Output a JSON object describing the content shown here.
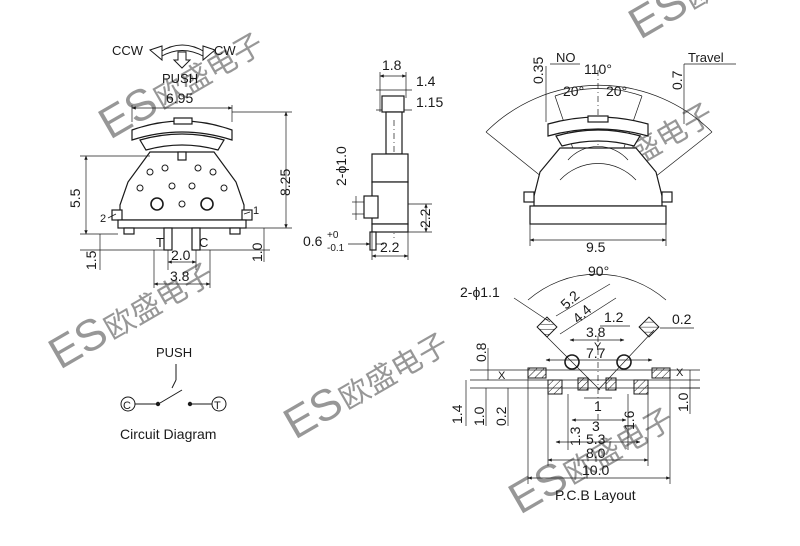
{
  "watermark": {
    "brand": "ES",
    "chars": "欧盛电子"
  },
  "front_view": {
    "ccw": "CCW",
    "cw": "CW",
    "push": "PUSH",
    "width": "6.95",
    "height_total": "8.25",
    "height_body": "5.5",
    "pin_left": "1.5",
    "pin_right": "1.0",
    "pin_t": "T",
    "pin_c": "C",
    "pin_pitch": "2.0",
    "pin_span": "3.8",
    "mark_2": "2",
    "mark_1": "1"
  },
  "side_view": {
    "top_width": "1.8",
    "right_1": "1.4",
    "right_2": "1.15",
    "hole": "2-ϕ1.0",
    "height_2_2": "2.2",
    "thickness": "0.6",
    "tol_plus": "+0",
    "tol_minus": "-0.1",
    "foot": "2.2"
  },
  "rotary_view": {
    "no": "NO",
    "no_val": "0.35",
    "angle_total": "110°",
    "angle_left": "20°",
    "angle_right": "20°",
    "travel": "Travel",
    "travel_val": "0.7",
    "base_width": "9.5"
  },
  "pcb_layout": {
    "angle": "90°",
    "hole": "2-ϕ1.1",
    "d52": "5.2",
    "d44": "4.4",
    "d12": "1.2",
    "d02": "0.2",
    "d38": "3.8",
    "y": "Y",
    "d77": "7.7",
    "d08": "0.8",
    "x_left": "X",
    "x_right": "X",
    "d14": "1.4",
    "d10": "1.0",
    "d02b": "0.2",
    "d1": "1",
    "d3": "3",
    "d13": "1.3",
    "d16": "1.6",
    "d53": "5.3",
    "d80": "8.0",
    "d100": "10.0",
    "d10r": "1.0",
    "caption": "P.C.B Layout"
  },
  "circuit": {
    "push": "PUSH",
    "c": "C",
    "t": "T",
    "caption": "Circuit Diagram"
  }
}
